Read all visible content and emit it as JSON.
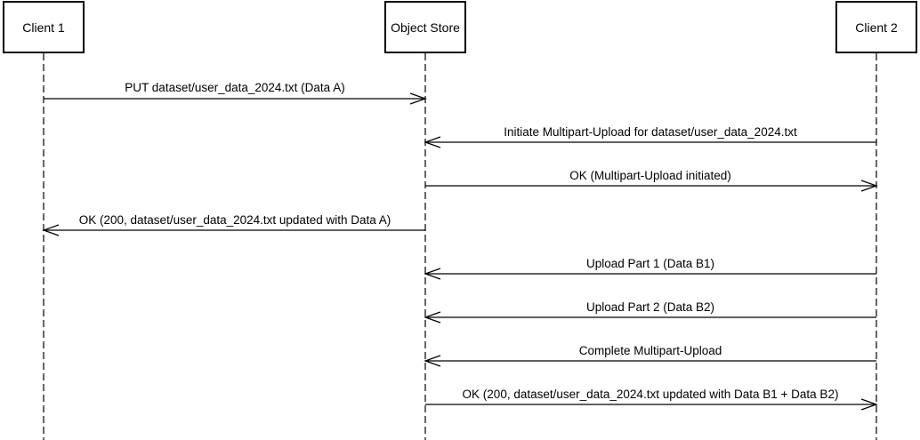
{
  "participants": [
    {
      "id": "client1",
      "label": "Client 1"
    },
    {
      "id": "store",
      "label": "Object Store"
    },
    {
      "id": "client2",
      "label": "Client 2"
    }
  ],
  "messages": [
    {
      "from": "client1",
      "to": "store",
      "label": "PUT dataset/user_data_2024.txt (Data A)"
    },
    {
      "from": "client2",
      "to": "store",
      "label": "Initiate Multipart-Upload for dataset/user_data_2024.txt"
    },
    {
      "from": "store",
      "to": "client2",
      "label": "OK (Multipart-Upload initiated)"
    },
    {
      "from": "store",
      "to": "client1",
      "label": "OK (200, dataset/user_data_2024.txt updated with Data A)"
    },
    {
      "from": "client2",
      "to": "store",
      "label": "Upload Part 1 (Data B1)"
    },
    {
      "from": "client2",
      "to": "store",
      "label": "Upload Part 2 (Data B2)"
    },
    {
      "from": "client2",
      "to": "store",
      "label": "Complete Multipart-Upload"
    },
    {
      "from": "store",
      "to": "client2",
      "label": "OK (200, dataset/user_data_2024.txt updated with Data B1 + Data B2)"
    }
  ]
}
